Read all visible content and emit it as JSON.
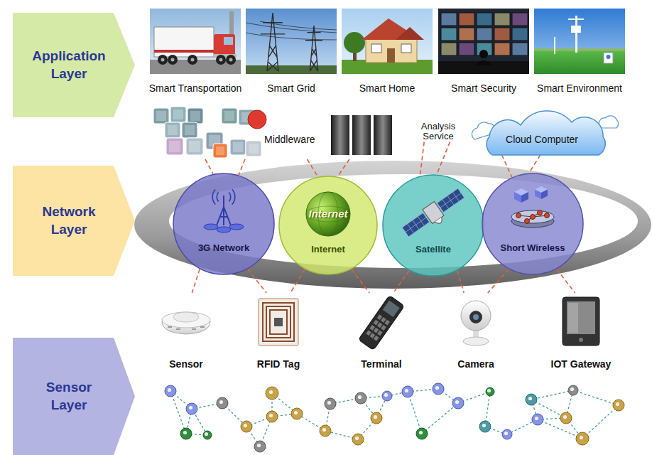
{
  "diagram": {
    "nodes": [
      {
        "text": [
          "Application Layer"
        ]
      },
      {
        "text": [
          "Smart Transportation"
        ]
      },
      {
        "text": [
          "Smart Grid"
        ]
      },
      {
        "text": [
          "Smart Home"
        ]
      },
      {
        "text": [
          "Smart Security"
        ]
      },
      {
        "text": [
          "Smart Environment"
        ]
      },
      {
        "text": [
          "Middleware"
        ]
      },
      {
        "text": [
          "Analysis Service"
        ]
      },
      {
        "text": [
          "Cloud Computer"
        ]
      },
      {
        "text": [
          "Network Layer"
        ]
      },
      {
        "text": [
          "3G Network"
        ]
      },
      {
        "text": [
          "Internet",
          "Internet"
        ]
      },
      {
        "text": [
          "Satellite"
        ]
      },
      {
        "text": [
          "Short Wireless"
        ]
      },
      {
        "text": [
          "Sensor Layer"
        ]
      },
      {
        "text": [
          "Sensor"
        ]
      },
      {
        "text": [
          "RFID Tag"
        ]
      },
      {
        "text": [
          "Terminal"
        ]
      },
      {
        "text": [
          "Camera"
        ]
      },
      {
        "text": [
          "IOT Gateway"
        ]
      }
    ],
    "edges": [
      {
        "from": 6,
        "to": 10,
        "arrow": "none"
      },
      {
        "from": 6,
        "to": 10,
        "arrow": "none"
      },
      {
        "from": 6,
        "to": 11,
        "arrow": "none"
      },
      {
        "from": 6,
        "to": 11,
        "arrow": "none"
      },
      {
        "from": 7,
        "to": 12,
        "arrow": "none"
      },
      {
        "from": 7,
        "to": 12,
        "arrow": "none"
      },
      {
        "from": 8,
        "to": 13,
        "arrow": "none"
      },
      {
        "from": 8,
        "to": 13,
        "arrow": "none"
      },
      {
        "from": 10,
        "to": 15,
        "arrow": "none"
      },
      {
        "from": 10,
        "to": 16,
        "arrow": "none"
      },
      {
        "from": 11,
        "to": 16,
        "arrow": "none"
      },
      {
        "from": 11,
        "to": 17,
        "arrow": "none"
      },
      {
        "from": 12,
        "to": 17,
        "arrow": "none"
      },
      {
        "from": 12,
        "to": 18,
        "arrow": "none"
      },
      {
        "from": 13,
        "to": 18,
        "arrow": "none"
      },
      {
        "from": 13,
        "to": 19,
        "arrow": "none"
      }
    ]
  }
}
